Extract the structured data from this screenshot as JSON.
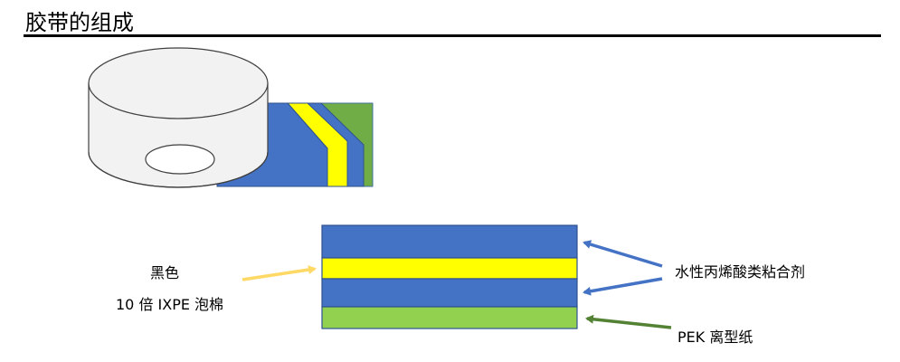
{
  "page": {
    "title": "胶带的组成"
  },
  "labels": {
    "foam_color": "黑色",
    "foam_type": "10 倍 IXPE 泡棉",
    "adhesive": "水性丙烯酸类粘合剂",
    "liner": "PEK 离型纸"
  },
  "colors": {
    "adhesive_blue": "#4472C4",
    "foam_yellow": "#FFFF00",
    "liner_green": "#92D050",
    "liner_dark_green": "#70AD47",
    "arrow_yellow": "#FFD966",
    "arrow_blue": "#4472C4",
    "arrow_green": "#548235",
    "roll_fill": "#F2F2F2"
  }
}
